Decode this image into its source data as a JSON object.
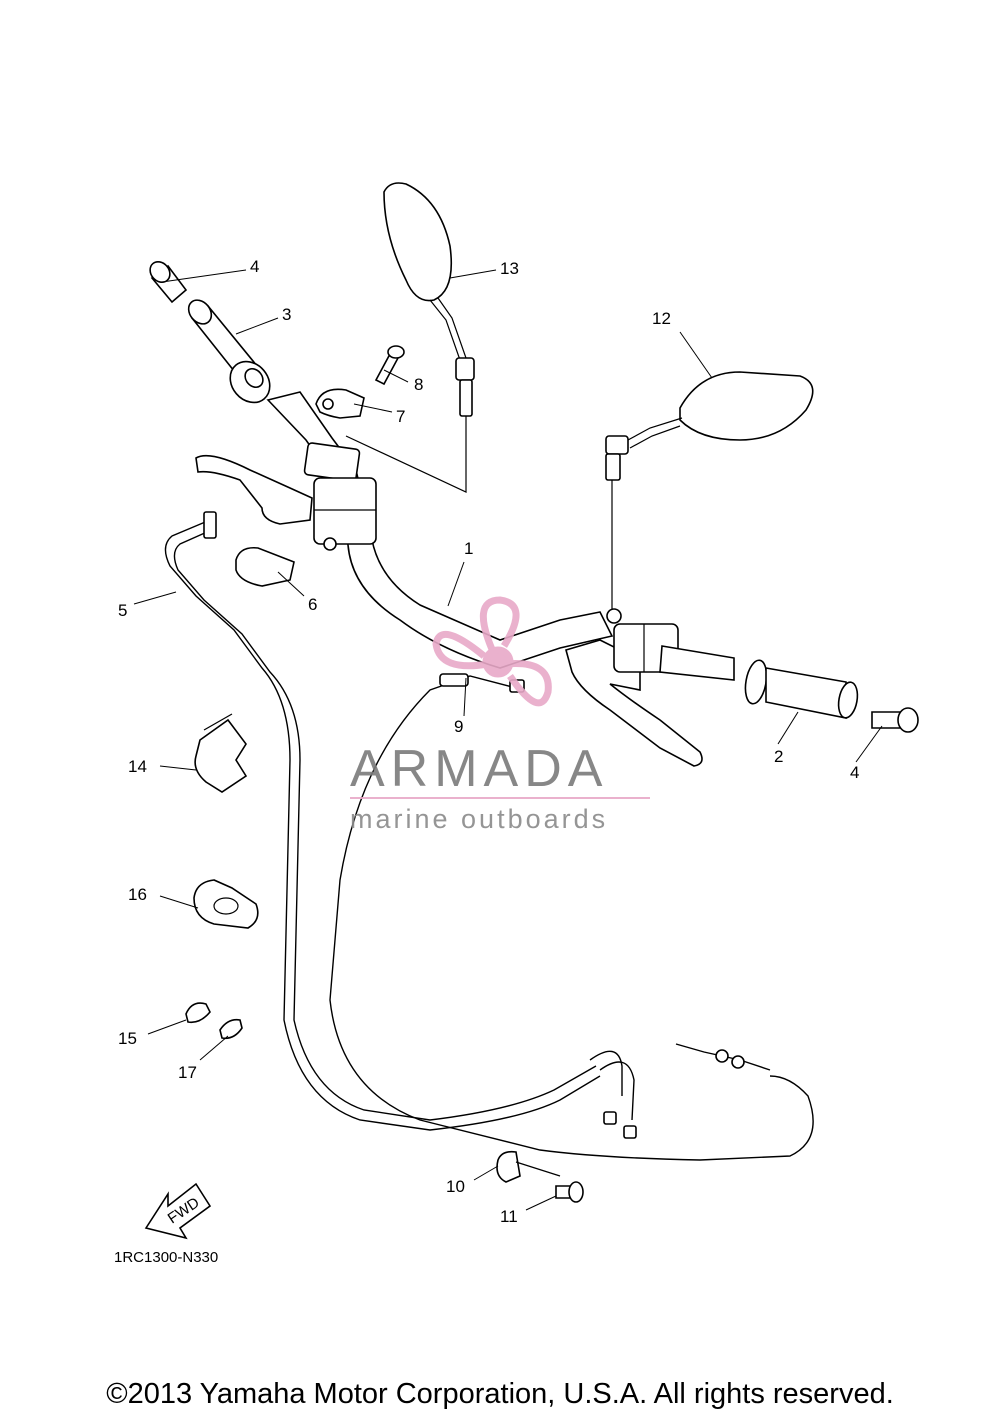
{
  "callouts": [
    {
      "number": "1"
    },
    {
      "number": "2"
    },
    {
      "number": "3"
    },
    {
      "number": "4"
    },
    {
      "number": "4"
    },
    {
      "number": "5"
    },
    {
      "number": "6"
    },
    {
      "number": "7"
    },
    {
      "number": "8"
    },
    {
      "number": "9"
    },
    {
      "number": "10"
    },
    {
      "number": "11"
    },
    {
      "number": "12"
    },
    {
      "number": "13"
    },
    {
      "number": "14"
    },
    {
      "number": "15"
    },
    {
      "number": "16"
    },
    {
      "number": "17"
    }
  ],
  "fwd_label": "FWD",
  "diagram_code": "1RC1300-N330",
  "watermark": {
    "name": "ARMADA",
    "tagline": "marine outboards",
    "accent_color": "#e8a9c8"
  },
  "copyright": "©2013 Yamaha Motor Corporation, U.S.A. All rights reserved."
}
